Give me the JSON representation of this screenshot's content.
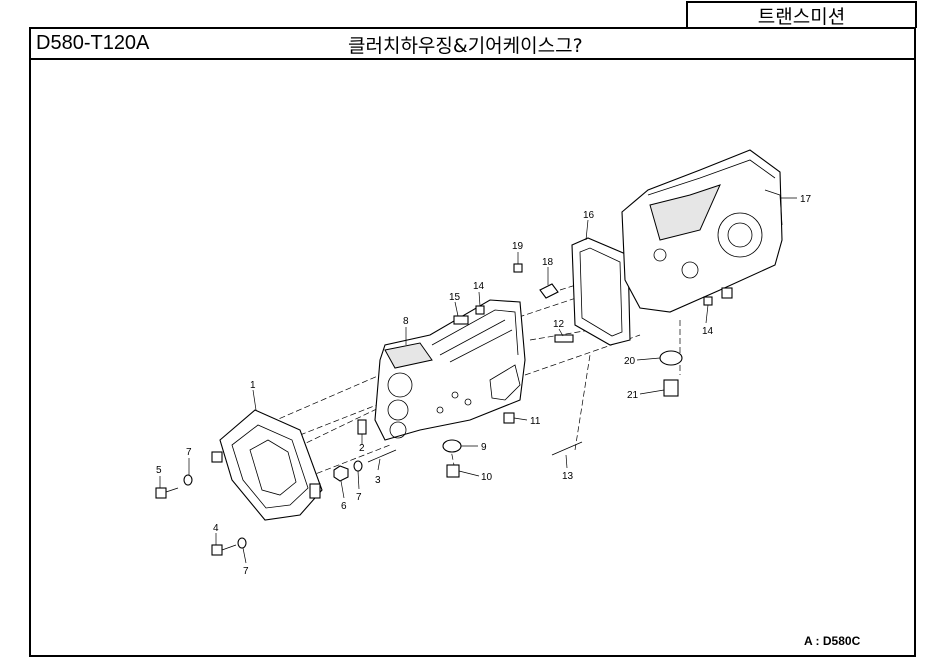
{
  "header": {
    "section": "트랜스미션",
    "model_code": "D580-T120A",
    "title": "클러치하우징&기어케이스그?"
  },
  "footnote": "A : D580C",
  "callouts": [
    "1",
    "2",
    "3",
    "4",
    "5",
    "6",
    "7",
    "7",
    "7",
    "8",
    "9",
    "10",
    "11",
    "12",
    "13",
    "14",
    "14",
    "15",
    "16",
    "17",
    "18",
    "19",
    "20",
    "21"
  ]
}
